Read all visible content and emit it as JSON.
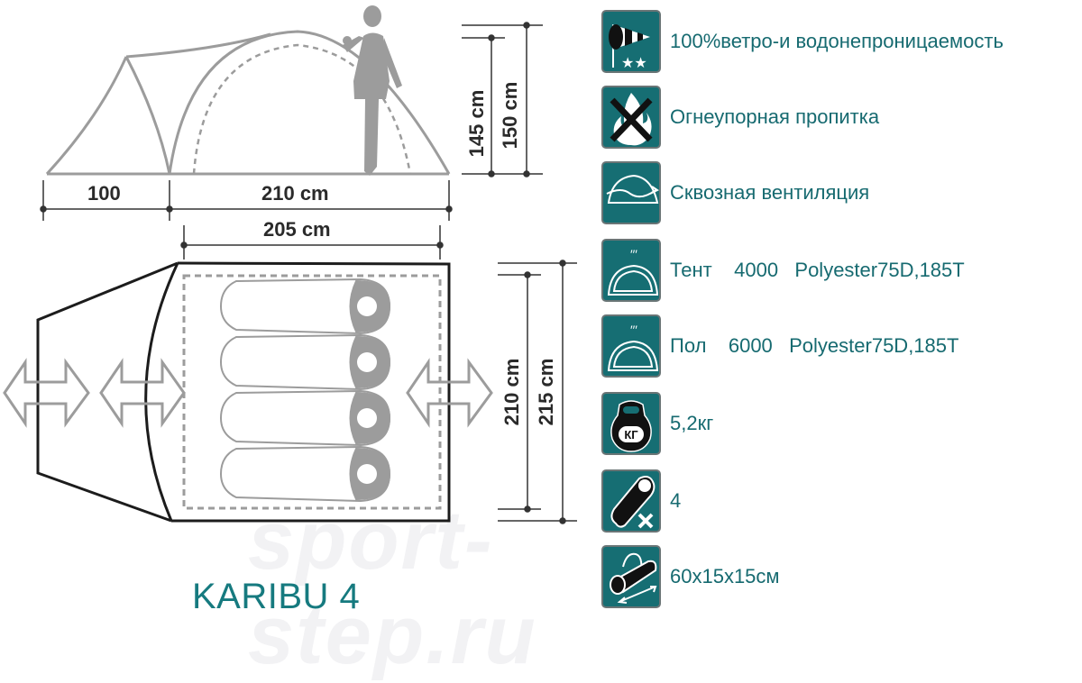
{
  "product": {
    "title": "KARIBU 4",
    "watermark": "sport-step.ru"
  },
  "side_view": {
    "vestibule_length": "100",
    "inner_length": "210 cm",
    "inner_height": "145 cm",
    "outer_height": "150 cm"
  },
  "top_view": {
    "inner_length": "205 cm",
    "inner_width": "210 cm",
    "outer_width": "215 cm",
    "sleeping_bags": 4
  },
  "features": [
    {
      "icon": "windsock-icon",
      "text": "100%ветро-и водонепроницаемость"
    },
    {
      "icon": "fireproof-icon",
      "text": "Огнеупорная пропитка"
    },
    {
      "icon": "ventilation-icon",
      "text": "Сквозная вентиляция"
    },
    {
      "icon": "rain-fly-icon",
      "text": "Тент    4000   Polyester75D,185T"
    },
    {
      "icon": "rain-floor-icon",
      "text": "Пол    6000   Polyester75D,185T"
    },
    {
      "icon": "weight-icon",
      "text": "5,2кг",
      "badge": "КГ"
    },
    {
      "icon": "sleeping-bag-icon",
      "text": "4"
    },
    {
      "icon": "packed-bag-icon",
      "text": "60x15x15см"
    }
  ],
  "colors": {
    "teal": "#166e73",
    "text_teal": "#166a70",
    "line_gray": "#9a9a9a",
    "dim_dark": "#2a2a2a"
  }
}
